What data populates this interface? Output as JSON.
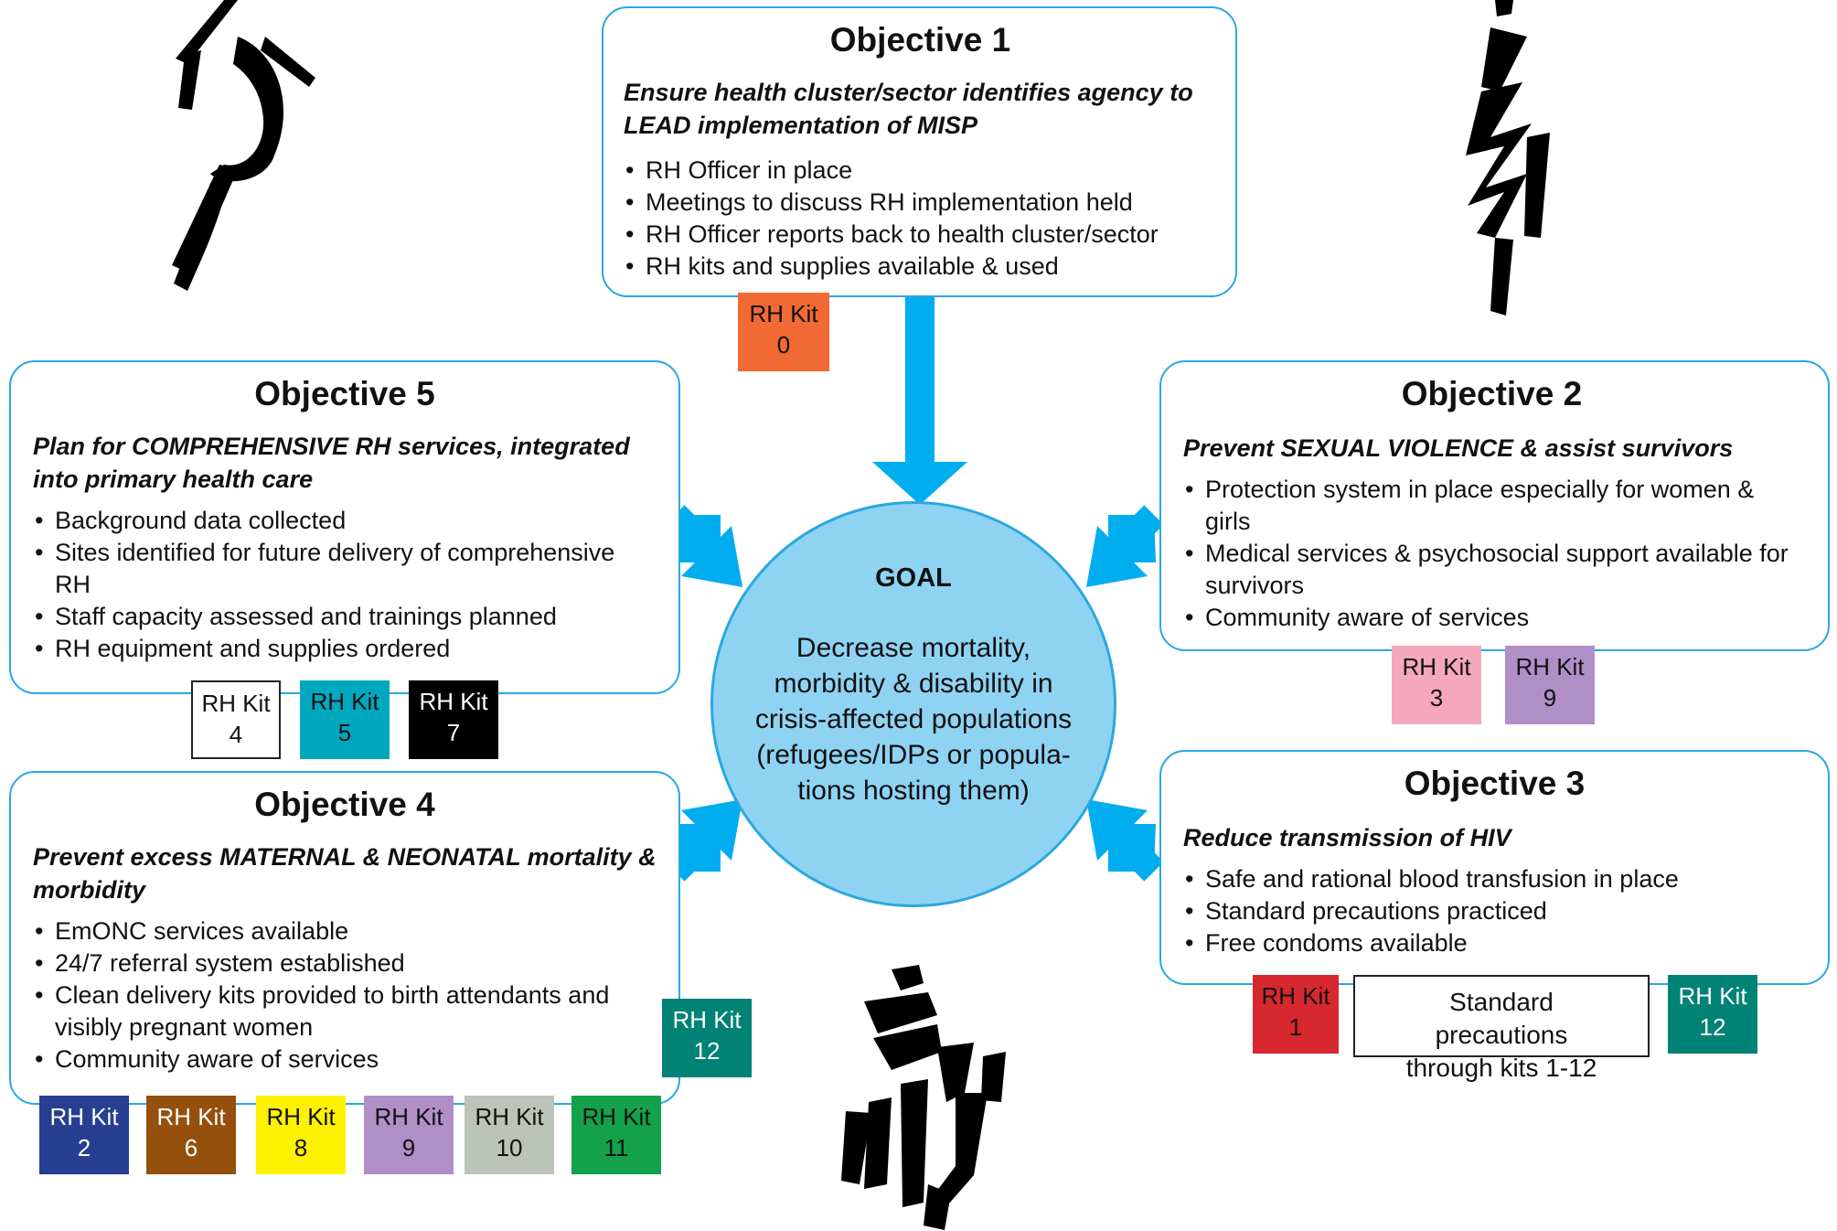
{
  "goal": {
    "title": "GOAL",
    "description": "Decrease mortality, morbidity & disability in crisis-affected populations (refugees/IDPs or popula-tions hosting them)"
  },
  "objectives": [
    {
      "title": "Objective 1",
      "subtitle": "Ensure health cluster/sector identifies agency to LEAD implementation of MISP",
      "bullets": [
        "RH Officer in place",
        "Meetings to discuss RH implementation held",
        "RH Officer reports back to health cluster/sector",
        "RH kits and supplies available & used"
      ]
    },
    {
      "title": "Objective 2",
      "subtitle": "Prevent SEXUAL VIOLENCE & assist survivors",
      "bullets": [
        "Protection system in place especially for women & girls",
        "Medical services & psychosocial support available for survivors",
        "Community aware of services"
      ]
    },
    {
      "title": "Objective 3",
      "subtitle": "Reduce transmission of HIV",
      "bullets": [
        "Safe and rational blood transfusion in place",
        "Standard precautions practiced",
        "Free condoms available"
      ]
    },
    {
      "title": "Objective 4",
      "subtitle": "Prevent excess MATERNAL & NEONATAL mortality & morbidity",
      "bullets": [
        "EmONC services available",
        "24/7 referral system established",
        "Clean delivery kits provided to birth attendants and visibly pregnant women",
        "Community aware of services"
      ]
    },
    {
      "title": "Objective 5",
      "subtitle": "Plan for COMPREHENSIVE RH services, integrated into primary health care",
      "bullets": [
        "Background data collected",
        "Sites identified for future delivery of comprehensive RH",
        "Staff capacity assessed and trainings planned",
        "RH equipment and supplies ordered"
      ]
    }
  ],
  "kit_label": "RH Kit",
  "kits": {
    "k0": {
      "num": "0",
      "color": "#f26a33"
    },
    "k1": {
      "num": "1",
      "color": "#d7282f"
    },
    "k2": {
      "num": "2",
      "color": "#273f91"
    },
    "k3": {
      "num": "3",
      "color": "#f5a8bd"
    },
    "k4": {
      "num": "4",
      "color": "#ffffff"
    },
    "k5": {
      "num": "5",
      "color": "#00a8bf"
    },
    "k6": {
      "num": "6",
      "color": "#94500c"
    },
    "k7": {
      "num": "7",
      "color": "#000000"
    },
    "k8": {
      "num": "8",
      "color": "#fff200"
    },
    "k9a": {
      "num": "9",
      "color": "#b08fc7"
    },
    "k9b": {
      "num": "9",
      "color": "#b08fc7"
    },
    "k10": {
      "num": "10",
      "color": "#bcc3b8"
    },
    "k11": {
      "num": "11",
      "color": "#13a24a"
    },
    "k12a": {
      "num": "12",
      "color": "#008275"
    },
    "k12b": {
      "num": "12",
      "color": "#008275"
    }
  },
  "standard_precautions": "Standard precautions through kits 1-12",
  "colors": {
    "border": "#2aa8e0",
    "arrow": "#00adef",
    "goal_fill": "#8fd3f3"
  }
}
